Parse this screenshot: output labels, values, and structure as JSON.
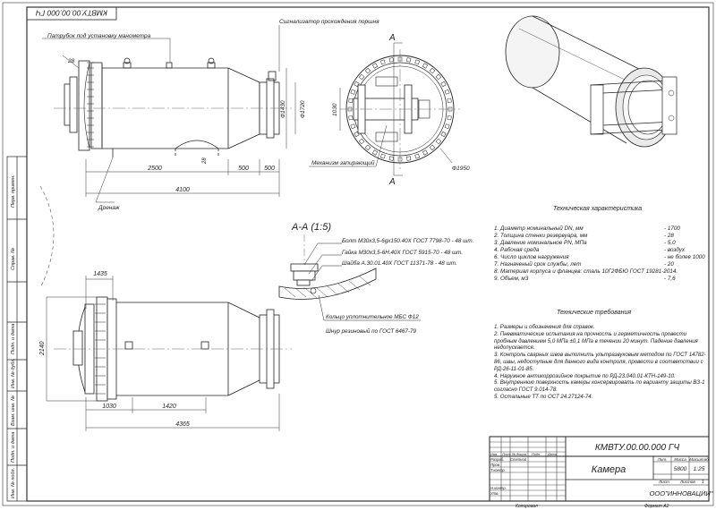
{
  "designation": "КМВТУ.00.00.000 ГЧ",
  "designation_rotated": "КМВТУ.00.00.000 ГЧ",
  "callouts": {
    "manometer": "Патрубок под установку манометра",
    "signal": "Сигнализатор прохождения поршня",
    "lock": "Механизм запирающий",
    "drain": "Дренаж",
    "bolt": "Болт М30х3,5-6gх150.40Х ГОСТ 7798-70 - 48 шт.",
    "nut": "Гайка М30х3,5-6Н.40Х ГОСТ 5915-70 - 48 шт.",
    "washer": "Шайба А.30.01.40Х ГОСТ 11371-78 - 48 шт.",
    "ring": "Кольцо уплотнительное МБС Ф12",
    "cord": "Шнур резиновый по ГОСТ 6467-79"
  },
  "dimensions": {
    "d28": "28",
    "d1430": "Ф1430",
    "d1720": "Ф1720",
    "d2500": "2500",
    "d500a": "500",
    "d500b": "500",
    "d4100": "4100",
    "d28b": "28",
    "d1030": "1030",
    "d1950": "Ф1950",
    "d1435": "1435",
    "d2140": "2140",
    "d1030b": "1030",
    "d1420": "1420",
    "d4365": "4365"
  },
  "section": {
    "mark_a1": "А",
    "mark_a2": "А",
    "title": "А-А (1:5)"
  },
  "tech_characteristics": {
    "heading": "Техническая характеристика",
    "items": [
      {
        "k": "1. Диаметр номинальный DN, мм",
        "v": "- 1700"
      },
      {
        "k": "2. Толщина стенки резервуара, мм",
        "v": "- 28"
      },
      {
        "k": "3. Давление номинальное PN, МПа",
        "v": "- 5,0"
      },
      {
        "k": "4. Рабочая среда",
        "v": "- воздух"
      },
      {
        "k": "6. Число циклов нагружения",
        "v": "- не более 1000"
      },
      {
        "k": "7. Назначеный срок службы, лет",
        "v": "- 20"
      },
      {
        "k": "8. Материал корпуса и фланцев: сталь 10Г2ФБЮ ГОСТ 19281-2014.",
        "v": ""
      },
      {
        "k": "9. Объем, м3",
        "v": "- 7,6"
      }
    ]
  },
  "tech_requirements": {
    "heading": "Технические требования",
    "items": [
      "1. Размеры и обозначения для справок.",
      "2. Пневматические испытания на прочность и герметичность провести пробным давлением 5,0 МПа ±0,1 МПа в течении 20 минут. Падение давления недопускается.",
      "3. Контроль сварных швов выполнить ультразвуковым методом по ГОСТ 14782-86, швы, недоступные для данного вида контроля, провести в соответствии с РД-26-11-01-85.",
      "4. Наружное антикоррозийное покрытие по РД-23.040.01-КТН-149-10.",
      "5. Внутреннюю поверхность камеры консервировать по варианту защиты ВЗ-1 согласно ГОСТ 9.014-78.",
      "5. Остальные ТТ по ОСТ 24.27124-74."
    ]
  },
  "title_block": {
    "designation": "КМВТУ.00.00.000 ГЧ",
    "name": "Камера",
    "lit_label": "Лит.",
    "mass_label": "Масса",
    "scale_label": "Масштаб",
    "mass": "5800",
    "scale": "1:25",
    "sheet_label": "Лист",
    "sheets_label": "Листов",
    "sheets": "1",
    "org": "ООО\"ИННОВАЦИИ\"",
    "izm": "Изм.",
    "list": "Лист",
    "ndoc": "№ докум.",
    "podp": "Подп.",
    "data": "Дата",
    "razrab": "Разраб.",
    "razrab_name": "Степной",
    "prov": "Пров.",
    "tkontr": "Т.контр.",
    "nkontr": "Н.контр.",
    "utv": "Утв.",
    "kopiroval": "Копировал",
    "format": "Формат  А2"
  },
  "side_stamp": {
    "perv": "Перв. примен.",
    "sprav": "Справ. №",
    "podp_data1": "Подп. и дата",
    "inv_dubl": "Инв. № дубл.",
    "vzam": "Взам. инв. №",
    "podp_data2": "Подп. и дата",
    "inv_podl": "Инв. № подл."
  }
}
